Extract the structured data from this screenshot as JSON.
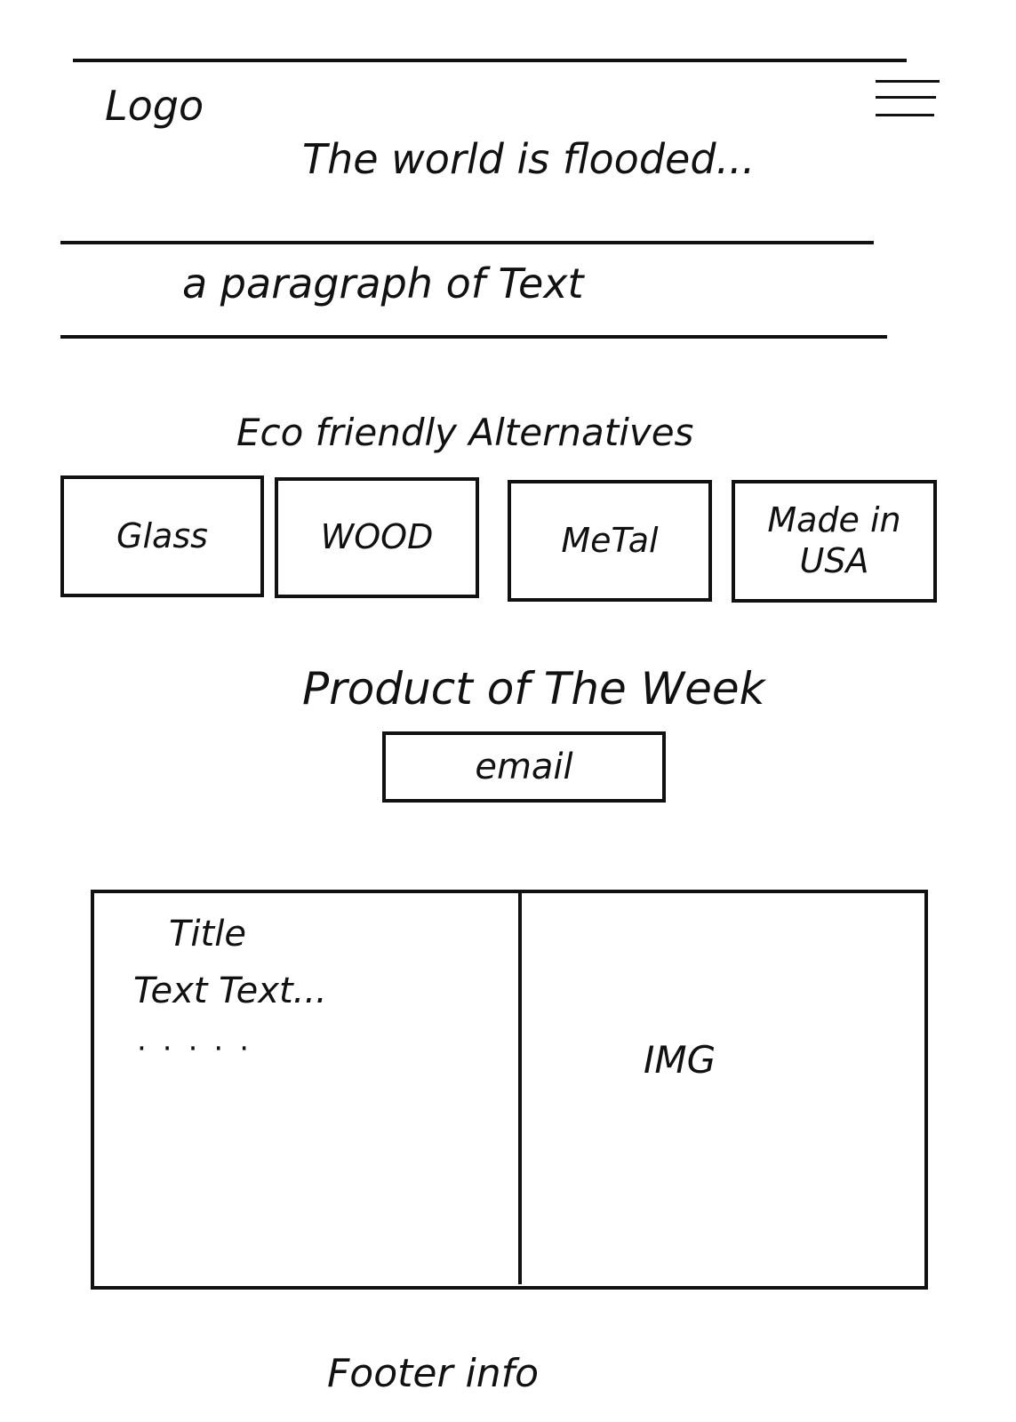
{
  "header": {
    "logo": "Logo",
    "tagline": "The world is flooded..."
  },
  "intro": {
    "paragraph": "a paragraph of Text"
  },
  "categories": {
    "heading": "Eco friendly Alternatives",
    "items": [
      "Glass",
      "WOOD",
      "MeTal",
      "Made in USA"
    ]
  },
  "product": {
    "heading": "Product of The Week",
    "email_label": "email"
  },
  "feature": {
    "title": "Title",
    "text": "Text Text...",
    "image_label": "IMG"
  },
  "footer": {
    "info": "Footer info"
  }
}
